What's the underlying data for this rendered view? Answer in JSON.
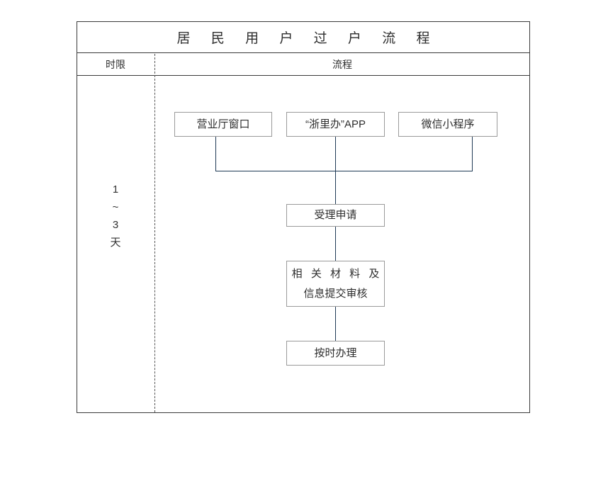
{
  "document": {
    "title": "居 民 用 户 过 户 流 程"
  },
  "table": {
    "headers": {
      "limit": "时限",
      "flow": "流程"
    },
    "duration": {
      "lines": [
        "1",
        "~",
        "3",
        "天"
      ],
      "line1": "1",
      "line2": "~",
      "line3": "3",
      "line4": "天"
    }
  },
  "flowchart": {
    "type": "flowchart",
    "orientation": "top-down",
    "connector_color": "#1f3a55",
    "node_border_color": "#9a9a9a",
    "frame_color": "#3a3a3a",
    "nodes": [
      {
        "id": "hall",
        "label": "营业厅窗口",
        "row": 1
      },
      {
        "id": "app",
        "label": "“浙里办”APP",
        "row": 1
      },
      {
        "id": "wechat",
        "label": "微信小程序",
        "row": 1
      },
      {
        "id": "accept",
        "label": "受理申请",
        "row": 2
      },
      {
        "id": "submit",
        "label_line1": "相 关 材 料 及",
        "label_line2": "信息提交审核",
        "row": 3
      },
      {
        "id": "handle",
        "label": "按时办理",
        "row": 4
      }
    ],
    "edges": [
      {
        "from": "hall",
        "to": "accept"
      },
      {
        "from": "app",
        "to": "accept"
      },
      {
        "from": "wechat",
        "to": "accept"
      },
      {
        "from": "accept",
        "to": "submit"
      },
      {
        "from": "submit",
        "to": "handle"
      }
    ]
  }
}
